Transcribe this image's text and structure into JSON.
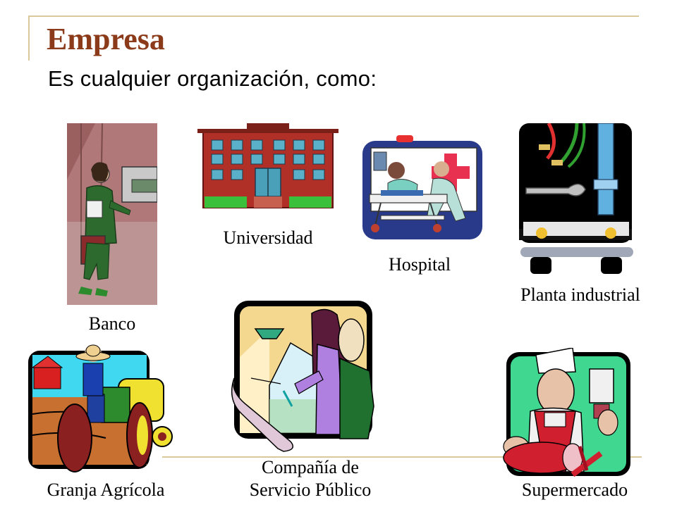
{
  "slide": {
    "title": "Empresa",
    "subtitle": "Es cualquier organización, como:"
  },
  "items": [
    {
      "label": "Banco"
    },
    {
      "label": "Universidad"
    },
    {
      "label": "Hospital"
    },
    {
      "label": "Planta industrial"
    },
    {
      "label": "Granja Agrícola"
    },
    {
      "label_line1": "Compañía de",
      "label_line2": "Servicio Público"
    },
    {
      "label": "Supermercado"
    }
  ],
  "colors": {
    "title": "#8b3a1a",
    "accent_line": "#d9c89a"
  }
}
